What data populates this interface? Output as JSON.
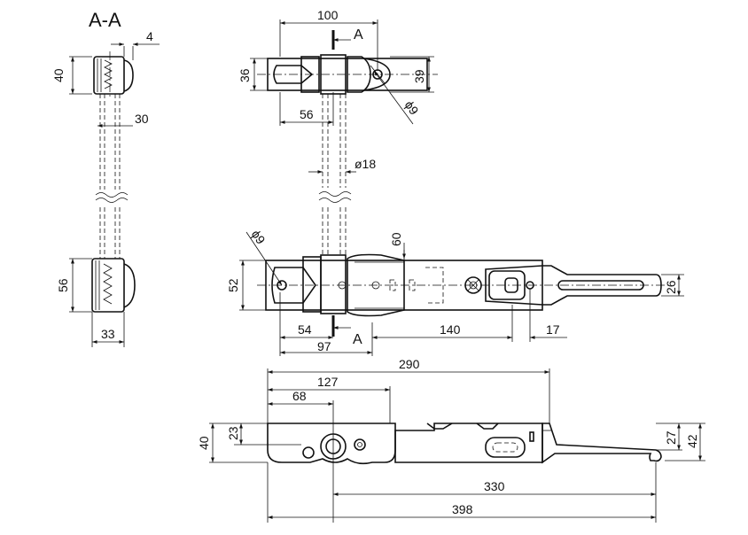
{
  "section_title": "A-A",
  "section_marker": "A",
  "dimensions": {
    "sec_40": "40",
    "sec_4": "4",
    "sec_30": "30",
    "sec_56": "56",
    "sec_33": "33",
    "top_100": "100",
    "top_36": "36",
    "top_39": "39",
    "top_56": "56",
    "top_phi9": "ϕ9",
    "top_phi18": "ø18",
    "front_phi9": "ϕ9",
    "front_60": "60",
    "front_52": "52",
    "front_26": "26",
    "front_54": "54",
    "front_140": "140",
    "front_17": "17",
    "front_97": "97",
    "side_290": "290",
    "side_127": "127",
    "side_68": "68",
    "side_40": "40",
    "side_23": "23",
    "side_27": "27",
    "side_42": "42",
    "side_330": "330",
    "side_398": "398"
  }
}
